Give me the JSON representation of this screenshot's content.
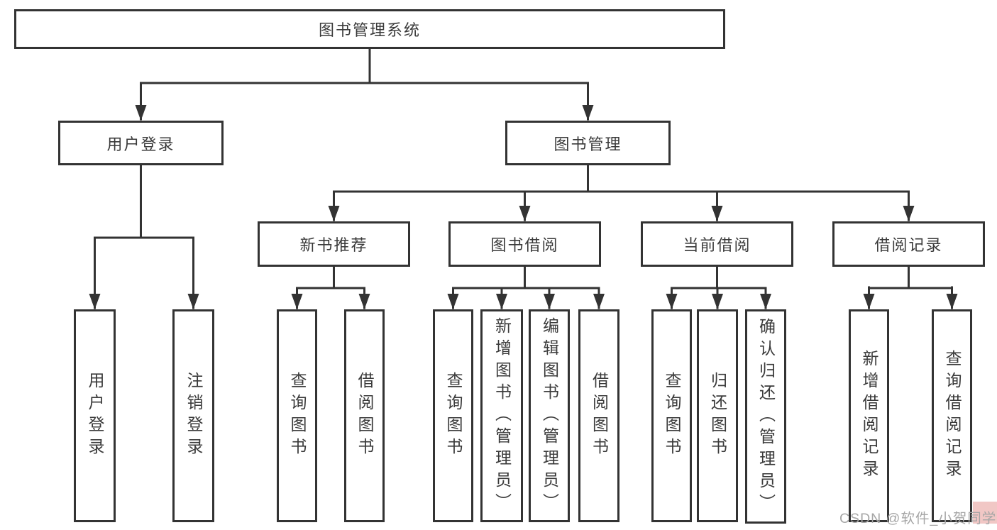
{
  "tree": {
    "root": {
      "label": "图书管理系统",
      "children": [
        {
          "label": "用户登录",
          "children": [
            {
              "label": "用户登录"
            },
            {
              "label": "注销登录"
            }
          ]
        },
        {
          "label": "图书管理",
          "children": [
            {
              "label": "新书推荐",
              "children": [
                {
                  "label": "查询图书"
                },
                {
                  "label": "借阅图书"
                }
              ]
            },
            {
              "label": "图书借阅",
              "children": [
                {
                  "label": "查询图书"
                },
                {
                  "label": "新增图书（管理员）"
                },
                {
                  "label": "编辑图书（管理员）"
                },
                {
                  "label": "借阅图书"
                }
              ]
            },
            {
              "label": "当前借阅",
              "children": [
                {
                  "label": "查询图书"
                },
                {
                  "label": "归还图书"
                },
                {
                  "label": "确认归还（管理员）"
                }
              ]
            },
            {
              "label": "借阅记录",
              "children": [
                {
                  "label": "新增借阅记录"
                },
                {
                  "label": "查询借阅记录"
                }
              ]
            }
          ]
        }
      ]
    }
  },
  "colors": {
    "line": "#333333",
    "text": "#3a3a3a",
    "box_fill": "#ffffff",
    "watermark_text": "#a6a6a6",
    "watermark_bg": "#f1c7c5"
  },
  "watermark": {
    "text": "CSDN @软件_小贺同学"
  }
}
